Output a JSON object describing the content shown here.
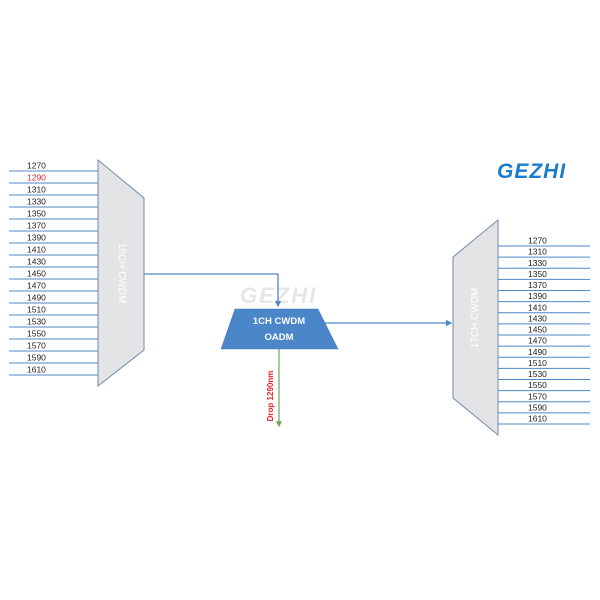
{
  "logo": {
    "text": "GEZHI",
    "color": "#1a7ccc"
  },
  "watermark": {
    "text": "GEZHI",
    "color": "#e6e6e6"
  },
  "colors": {
    "line": "#4f86c6",
    "mux_fill": "#e4e4e6",
    "mux_stroke": "#6f8aad",
    "oadm_fill": "#4a86c8",
    "drop_line": "#6aa84f",
    "highlight": "#e0262b"
  },
  "left_mux": {
    "label": "18CH CWDM",
    "channels": [
      "1270",
      "1290",
      "1310",
      "1330",
      "1350",
      "1370",
      "1390",
      "1410",
      "1430",
      "1450",
      "1470",
      "1490",
      "1510",
      "1530",
      "1550",
      "1570",
      "1590",
      "1610"
    ],
    "highlighted_channel": "1290"
  },
  "oadm": {
    "label_line1": "1CH CWDM",
    "label_line2": "OADM",
    "drop_label": "Drop 1290nm"
  },
  "right_mux": {
    "label": "17CH CWDM",
    "channels": [
      "1270",
      "1310",
      "1330",
      "1350",
      "1370",
      "1390",
      "1410",
      "1430",
      "1450",
      "1470",
      "1490",
      "1510",
      "1530",
      "1550",
      "1570",
      "1590",
      "1610"
    ]
  }
}
